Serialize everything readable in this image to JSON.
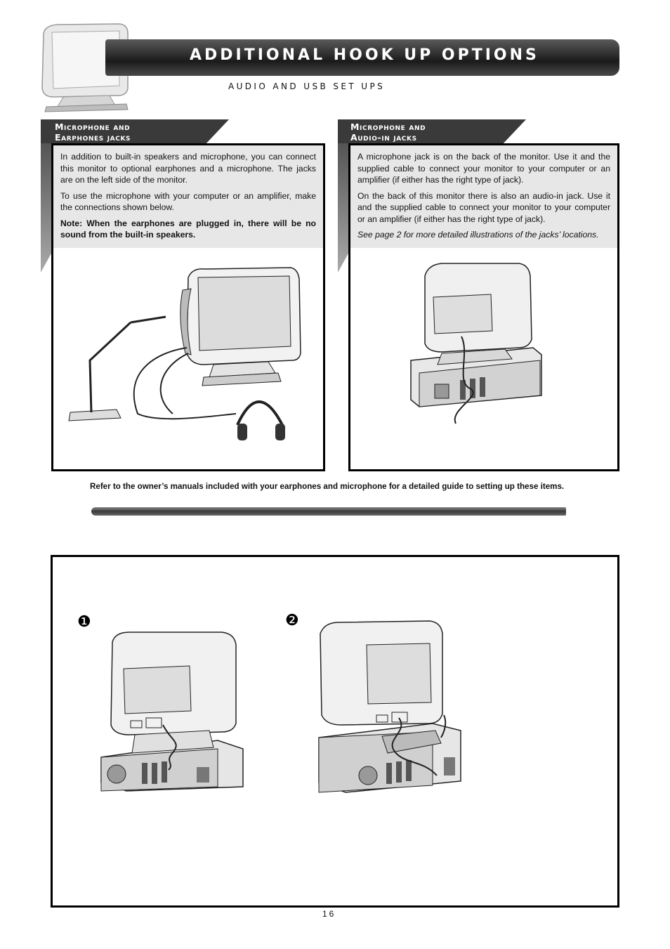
{
  "header": {
    "title": "ADDITIONAL HOOK UP OPTIONS",
    "subtitle": "AUDIO AND USB SET UPS"
  },
  "left_section": {
    "tab_line1": "Microphone and",
    "tab_line2": "Earphones jacks",
    "para1": "In addition to built-in speakers and microphone, you can connect this monitor to optional earphones and a microphone. The jacks are on the left side of the monitor.",
    "para2": "To use the microphone with your computer or an amplifier, make the connections shown below.",
    "note": "Note: When the earphones are plugged in, there will be no sound from the built-in speakers."
  },
  "right_section": {
    "tab_line1": "Microphone and",
    "tab_line2": "Audio-in jacks",
    "para1": "A microphone jack is on the back of the monitor. Use it and the supplied cable to connect your monitor to your computer or an amplifier (if either has the right type of jack).",
    "para2": "On the back of this monitor there is also an audio-in jack. Use it and the supplied cable to connect your monitor to your computer or an amplifier (if either has the right type of jack).",
    "see_page": "See page 2 for more detailed illustrations of the jacks’ locations."
  },
  "refer_text": "Refer to the owner’s manuals included with your earphones and microphone for a detailed guide to setting up these items.",
  "usb_steps": {
    "step1": "❶",
    "step2": "❷"
  },
  "page_number": "16"
}
